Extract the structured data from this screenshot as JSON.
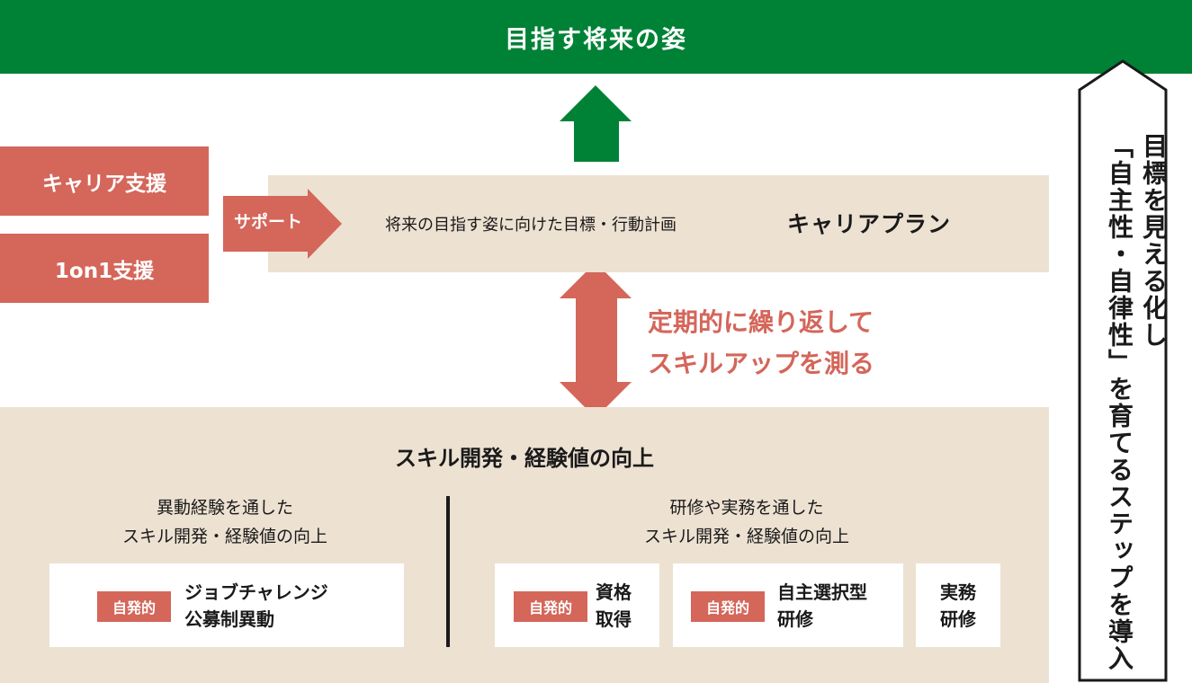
{
  "header": {
    "title": "目指す将来の姿"
  },
  "left": {
    "career_support": "キャリア支援",
    "one_on_one": "1on1支援",
    "support_arrow": "サポート"
  },
  "plan": {
    "description": "将来の目指す姿に向けた目標・行動計画",
    "title": "キャリアプラン"
  },
  "cycle": {
    "line1": "定期的に繰り返して",
    "line2": "スキルアップを測る"
  },
  "skill": {
    "title": "スキル開発・経験値の向上",
    "left_heading": [
      "異動経験を通した",
      "スキル開発・経験値の向上"
    ],
    "right_heading": [
      "研修や実務を通した",
      "スキル開発・経験値の向上"
    ],
    "items": [
      {
        "badge": "自発的",
        "lines": [
          "ジョブチャレンジ",
          "公募制異動"
        ]
      },
      {
        "badge": "自発的",
        "lines": [
          "資格",
          "取得"
        ]
      },
      {
        "badge": "自発的",
        "lines": [
          "自主選択型",
          "研修"
        ]
      },
      {
        "lines": [
          "実務",
          "研修"
        ]
      }
    ]
  },
  "side": {
    "line1": "目標を見える化し",
    "line2": "「自主性・自律性」を育てるステップを導入"
  },
  "colors": {
    "green": "#008236",
    "red": "#d4665a",
    "beige": "#ede1d2"
  }
}
